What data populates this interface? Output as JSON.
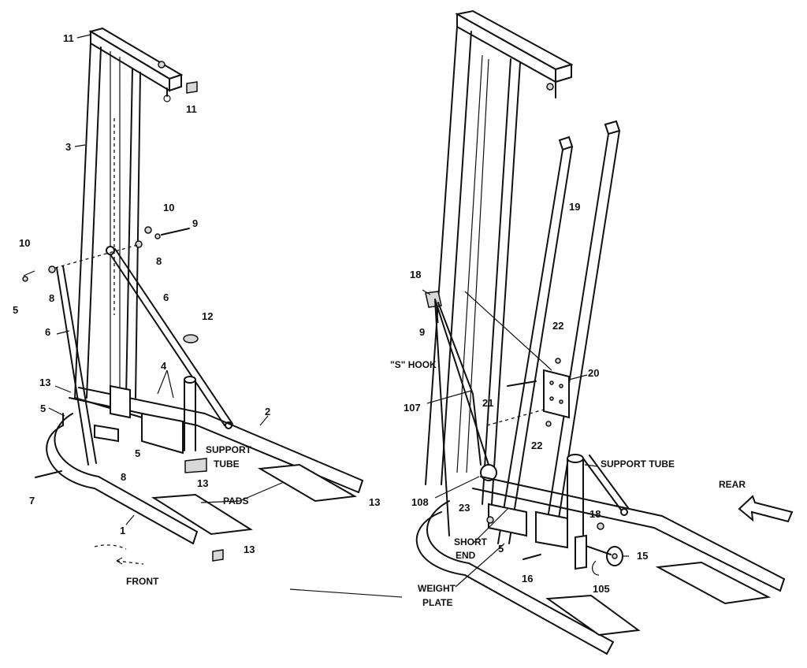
{
  "left": {
    "n11a": "11",
    "n11b": "11",
    "n3": "3",
    "n10a": "10",
    "n9": "9",
    "n10b": "10",
    "n8a": "8",
    "n8b": "8",
    "n5a": "5",
    "n6a": "6",
    "n6b": "6",
    "n12": "12",
    "n4": "4",
    "n13a": "13",
    "n2": "2",
    "n5b": "5",
    "n5c": "5",
    "n8c": "8",
    "n13b": "13",
    "n7": "7",
    "n13c": "13",
    "n1": "1",
    "n13d": "13",
    "support_tube_1": "SUPPORT",
    "support_tube_2": "TUBE",
    "pads": "PADS",
    "front": "FRONT"
  },
  "right": {
    "n19": "19",
    "n18a": "18",
    "n9": "9",
    "s_hook": "\"S\" HOOK",
    "n22a": "22",
    "n20": "20",
    "n107": "107",
    "n21": "21",
    "n22b": "22",
    "support_tube": "SUPPORT TUBE",
    "rear": "REAR",
    "n108": "108",
    "n23": "23",
    "short_end_1": "SHORT",
    "short_end_2": "END",
    "n5": "5",
    "n18b": "18",
    "n15": "15",
    "n16": "16",
    "n105": "105",
    "weight_plate_1": "WEIGHT",
    "weight_plate_2": "PLATE"
  }
}
